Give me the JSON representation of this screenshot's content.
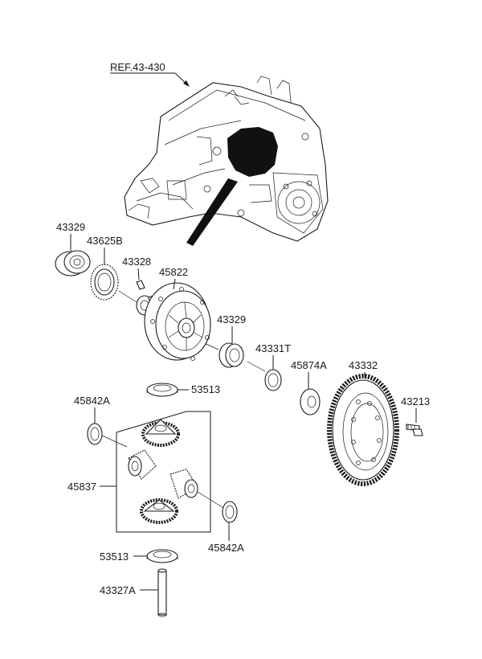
{
  "labels": {
    "ref": "REF.43-430",
    "p43329_top": "43329",
    "p43625B": "43625B",
    "p43328": "43328",
    "p45822": "45822",
    "p43329_mid": "43329",
    "p43331T": "43331T",
    "p45874A": "45874A",
    "p43332": "43332",
    "p43213": "43213",
    "p53513_top": "53513",
    "p45842A_top": "45842A",
    "p45837": "45837",
    "p45842A_bottom": "45842A",
    "p53513_bottom": "53513",
    "p43327A": "43327A"
  },
  "colors": {
    "line": "#1a1a1a",
    "fill": "#ffffff",
    "housing_dark": "#111111"
  }
}
